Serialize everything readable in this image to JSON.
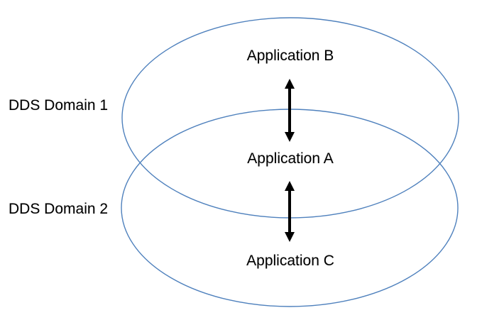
{
  "colors": {
    "background": "#ffffff",
    "ellipse_stroke": "#4f81bd",
    "arrow": "#000000",
    "text": "#000000"
  },
  "diagram": {
    "domains": [
      {
        "label": "DDS Domain 1"
      },
      {
        "label": "DDS Domain 2"
      }
    ],
    "applications": [
      {
        "label": "Application B"
      },
      {
        "label": "Application A"
      },
      {
        "label": "Application C"
      }
    ],
    "arrows": [
      {
        "icon": "double-headed-vertical-arrow",
        "connects": "Application B - Application A"
      },
      {
        "icon": "double-headed-vertical-arrow",
        "connects": "Application A - Application C"
      }
    ]
  }
}
